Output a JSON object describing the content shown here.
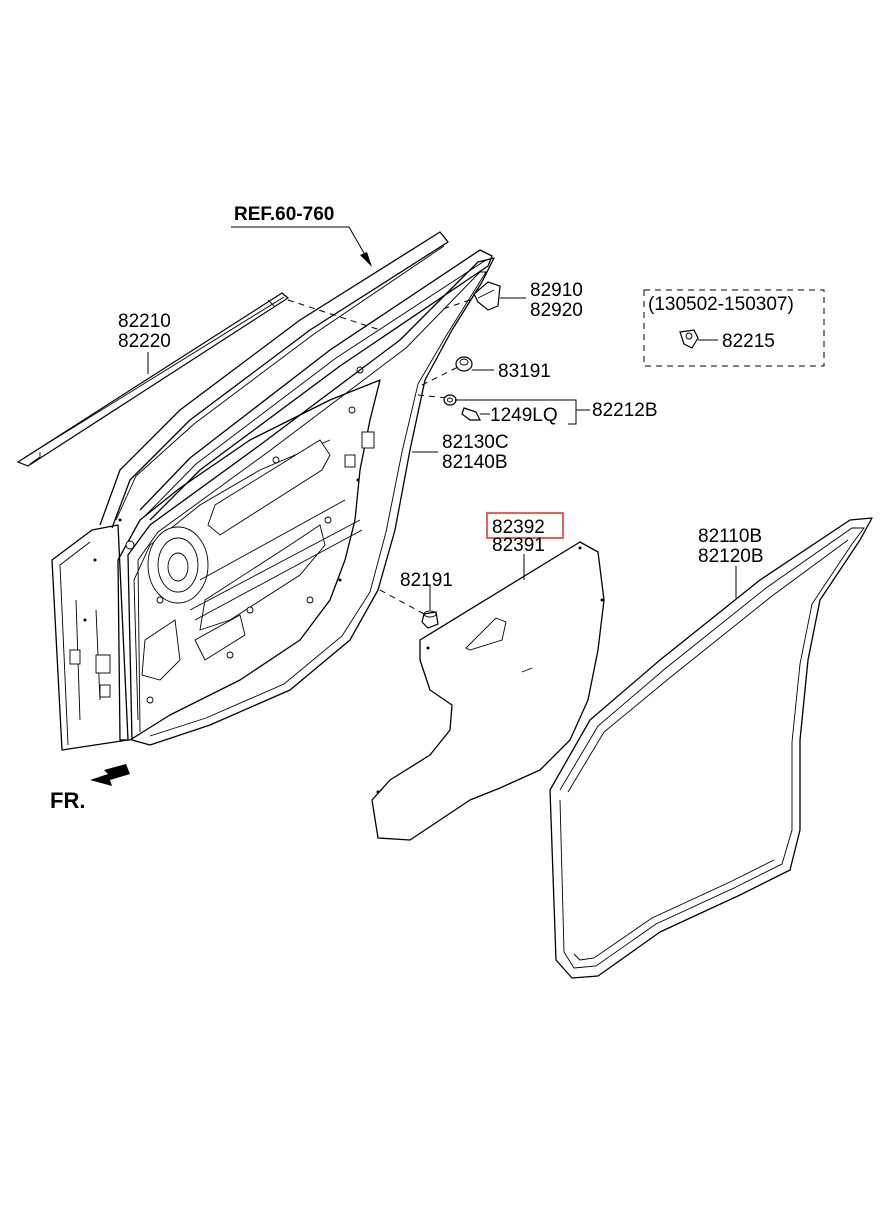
{
  "diagram": {
    "ref_label": "REF.60-760",
    "front_indicator": "FR.",
    "labels": {
      "weatherstrip_outer_a": "82210",
      "weatherstrip_outer_b": "82220",
      "bracket_a": "82910",
      "bracket_b": "82920",
      "date_range": "(130502-150307)",
      "clip_boxed": "82215",
      "grommet": "83191",
      "screw": "1249LQ",
      "clip_group": "82212B",
      "seal_a": "82130C",
      "seal_b": "82140B",
      "cover_a": "82392",
      "cover_b": "82391",
      "plug": "82191",
      "door_weatherstrip_a": "82110B",
      "door_weatherstrip_b": "82120B"
    },
    "highlighted_part": "82392",
    "highlight_color": "#e8382f"
  }
}
